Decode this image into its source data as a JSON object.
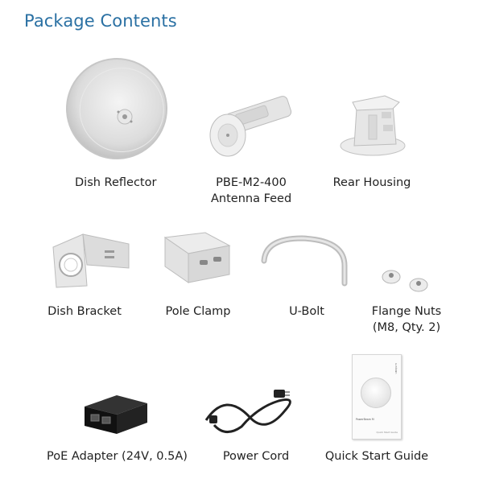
{
  "header": {
    "title": "Package Contents"
  },
  "items": [
    {
      "lines": [
        "Dish Reflector"
      ]
    },
    {
      "lines": [
        "PBE-M2-400",
        "Antenna Feed"
      ]
    },
    {
      "lines": [
        "Rear Housing"
      ]
    },
    {
      "lines": [
        "Dish Bracket"
      ]
    },
    {
      "lines": [
        "Pole Clamp"
      ]
    },
    {
      "lines": [
        "U-Bolt"
      ]
    },
    {
      "lines": [
        "Flange Nuts",
        "(M8, Qty. 2)"
      ]
    },
    {
      "lines": [
        "PoE Adapter (24V, 0.5A)"
      ]
    },
    {
      "lines": [
        "Power Cord"
      ]
    },
    {
      "lines": [
        "Quick Start Guide"
      ]
    }
  ],
  "guide": {
    "brand": "UBIQUITI",
    "product": "PowerBeam M",
    "subtitle": "Quick Start Guide"
  },
  "colors": {
    "title": "#2a70a3",
    "text": "#222222"
  }
}
